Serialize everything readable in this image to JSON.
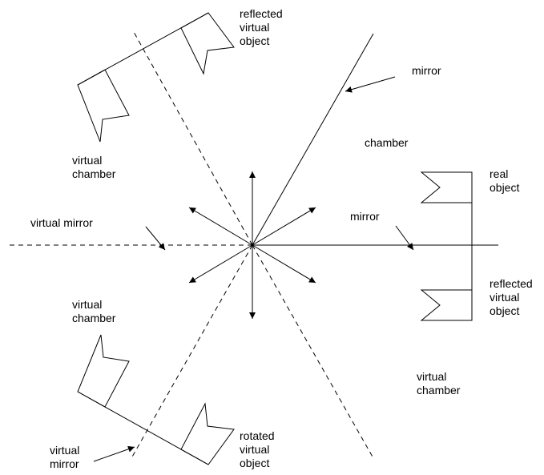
{
  "labels": {
    "reflected_top": [
      "reflected",
      "virtual",
      "object"
    ],
    "mirror_top": "mirror",
    "chamber": "chamber",
    "virtual_chamber_upper_left": [
      "virtual",
      "chamber"
    ],
    "real_object": [
      "real",
      "object"
    ],
    "virtual_mirror_left": "virtual mirror",
    "mirror_right": "mirror",
    "reflected_right": [
      "reflected",
      "virtual",
      "object"
    ],
    "virtual_chamber_lower_left": [
      "virtual",
      "chamber"
    ],
    "virtual_chamber_lower_right": [
      "virtual",
      "chamber"
    ],
    "rotated_object": [
      "rotated",
      "virtual",
      "object"
    ],
    "virtual_mirror_bottom": [
      "virtual",
      "mirror"
    ]
  },
  "colors": {
    "ink": "#000000",
    "background": "#ffffff"
  }
}
